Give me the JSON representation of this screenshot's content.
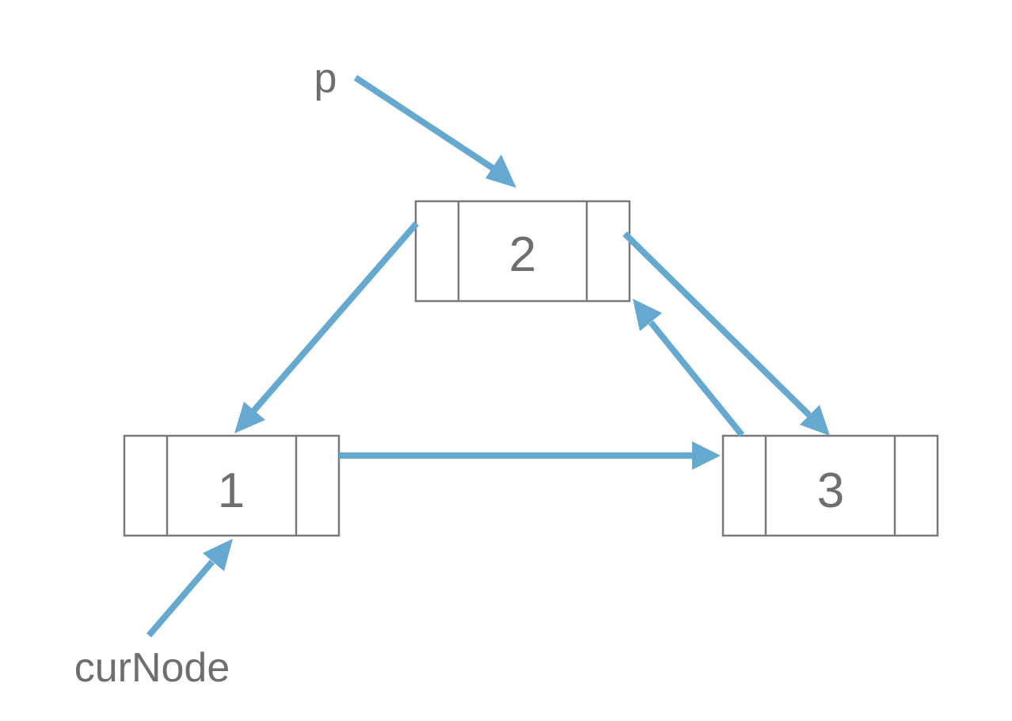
{
  "diagram": {
    "accent_color": "#66a9d0",
    "border_color": "#7a7a7a",
    "text_color": "#6e6e6e",
    "nodes": [
      {
        "id": "node-1",
        "label": "1"
      },
      {
        "id": "node-2",
        "label": "2"
      },
      {
        "id": "node-3",
        "label": "3"
      }
    ],
    "pointers": [
      {
        "id": "p",
        "label": "p",
        "target": "node-2"
      },
      {
        "id": "curNode",
        "label": "curNode",
        "target": "node-1"
      }
    ],
    "edges": [
      {
        "from": "node-2",
        "to": "node-1"
      },
      {
        "from": "node-2",
        "to": "node-3"
      },
      {
        "from": "node-3",
        "to": "node-2"
      },
      {
        "from": "node-1",
        "to": "node-3"
      }
    ]
  }
}
